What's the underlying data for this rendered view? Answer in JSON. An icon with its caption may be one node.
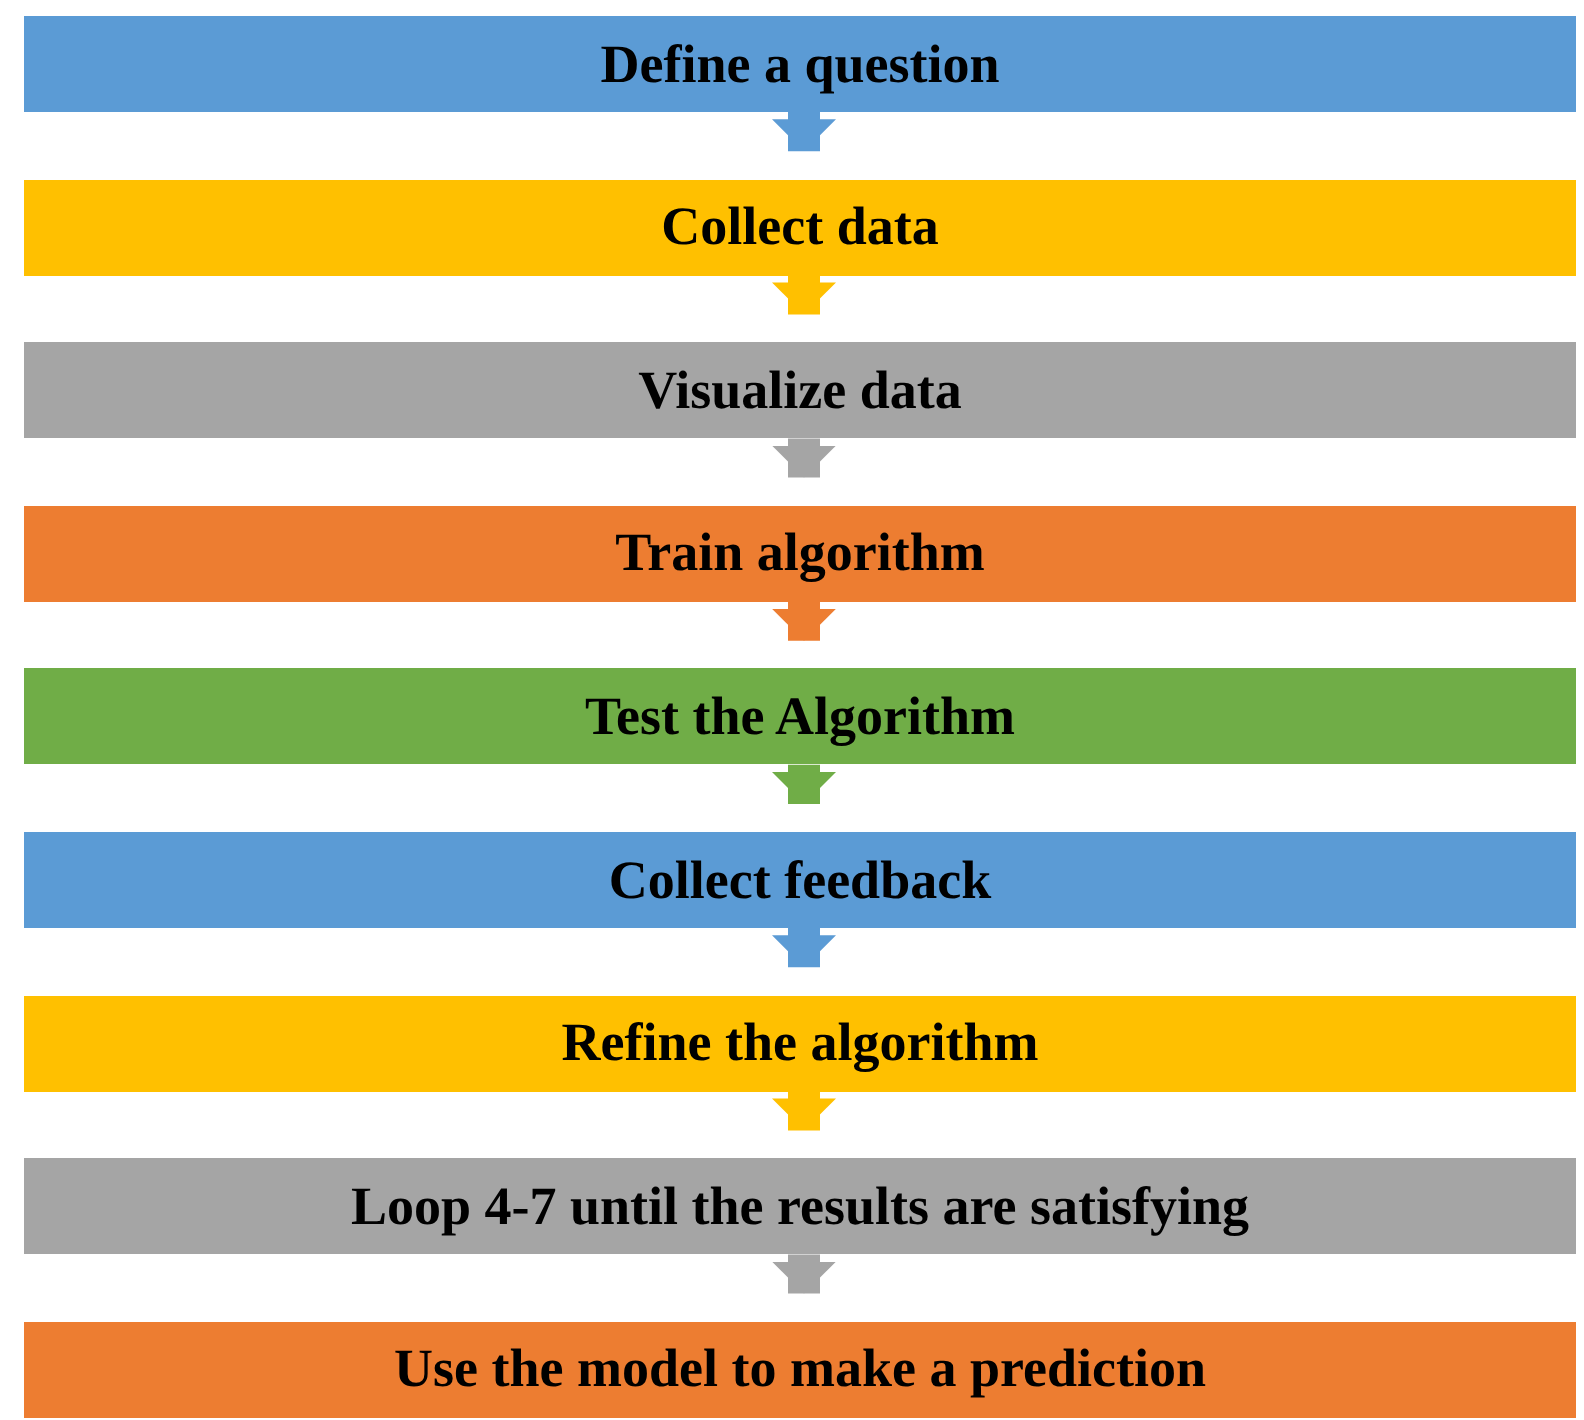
{
  "diagram": {
    "nodes": [
      {
        "text": [
          "Define a question"
        ]
      },
      {
        "text": [
          "Collect data"
        ]
      },
      {
        "text": [
          "Visualize data"
        ]
      },
      {
        "text": [
          "Train algorithm"
        ]
      },
      {
        "text": [
          "Test the Algorithm"
        ]
      },
      {
        "text": [
          "Collect feedback"
        ]
      },
      {
        "text": [
          "Refine the algorithm"
        ]
      },
      {
        "text": [
          "Loop 4-7 until the results are satisfying"
        ]
      },
      {
        "text": [
          "Use the model to make a prediction"
        ]
      }
    ],
    "edges": [
      {
        "from": 0,
        "to": 1,
        "arrow": "to",
        "color": "#5b9bd5"
      },
      {
        "from": 1,
        "to": 2,
        "arrow": "to",
        "color": "#ffc000"
      },
      {
        "from": 2,
        "to": 3,
        "arrow": "to",
        "color": "#a5a5a5"
      },
      {
        "from": 3,
        "to": 4,
        "arrow": "to",
        "color": "#ed7d31"
      },
      {
        "from": 4,
        "to": 5,
        "arrow": "to",
        "color": "#70ad47"
      },
      {
        "from": 5,
        "to": 6,
        "arrow": "to",
        "color": "#5b9bd5"
      },
      {
        "from": 6,
        "to": 7,
        "arrow": "to",
        "color": "#ffc000"
      },
      {
        "from": 7,
        "to": 8,
        "arrow": "to",
        "color": "#a5a5a5"
      }
    ]
  }
}
